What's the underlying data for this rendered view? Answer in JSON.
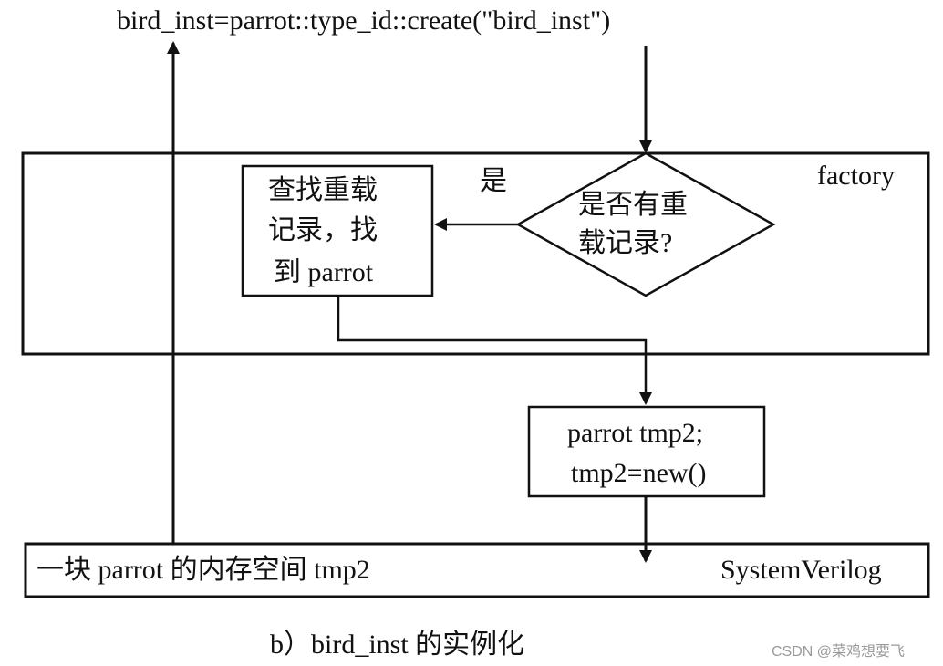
{
  "diagram": {
    "top_statement": "bird_inst=parrot::type_id::create(\"bird_inst\")",
    "factory_label": "factory",
    "decision": {
      "line1": "是否有重",
      "line2": "载记录?"
    },
    "yes_label": "是",
    "lookup_box": {
      "line1": "查找重载",
      "line2": "记录，找",
      "line3": "到 parrot"
    },
    "new_box": {
      "line1": "parrot tmp2;",
      "line2": "tmp2=new()"
    },
    "memory_text": "一块 parrot 的内存空间 tmp2",
    "sv_label": "SystemVerilog",
    "caption": "b）bird_inst 的实例化"
  },
  "watermark": "CSDN @菜鸡想要飞"
}
